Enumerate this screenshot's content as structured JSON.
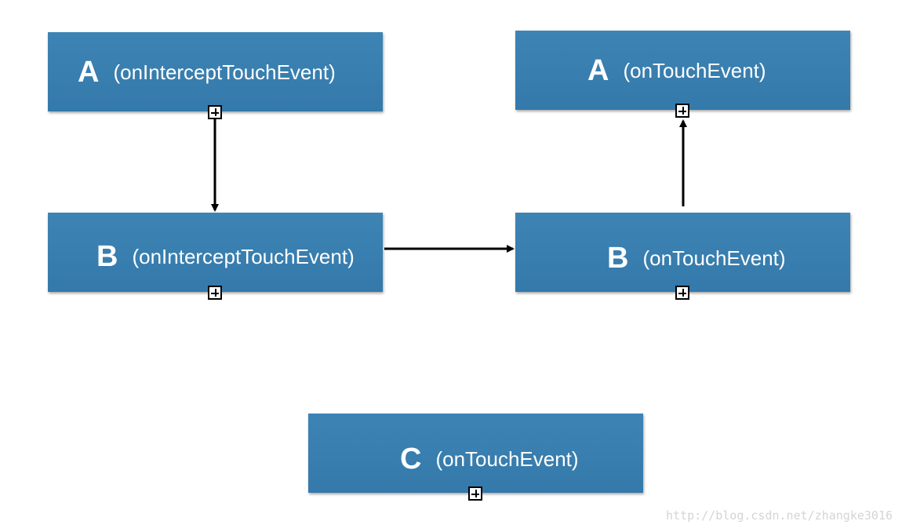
{
  "nodes": {
    "a_intercept": {
      "letter": "A",
      "method": "(onInterceptTouchEvent)"
    },
    "a_touch": {
      "letter": "A",
      "method": "(onTouchEvent)"
    },
    "b_intercept": {
      "letter": "B",
      "method": "(onInterceptTouchEvent)"
    },
    "b_touch": {
      "letter": "B",
      "method": "(onTouchEvent)"
    },
    "c_touch": {
      "letter": "C",
      "method": "(onTouchEvent)"
    }
  },
  "edges": [
    {
      "from": "a_intercept",
      "to": "b_intercept"
    },
    {
      "from": "b_intercept",
      "to": "b_touch"
    },
    {
      "from": "b_touch",
      "to": "a_touch"
    }
  ],
  "colors": {
    "node_fill": "#3a80b1",
    "node_text": "#ffffff",
    "arrow": "#000000"
  },
  "watermark": "http://blog.csdn.net/zhangke3016"
}
